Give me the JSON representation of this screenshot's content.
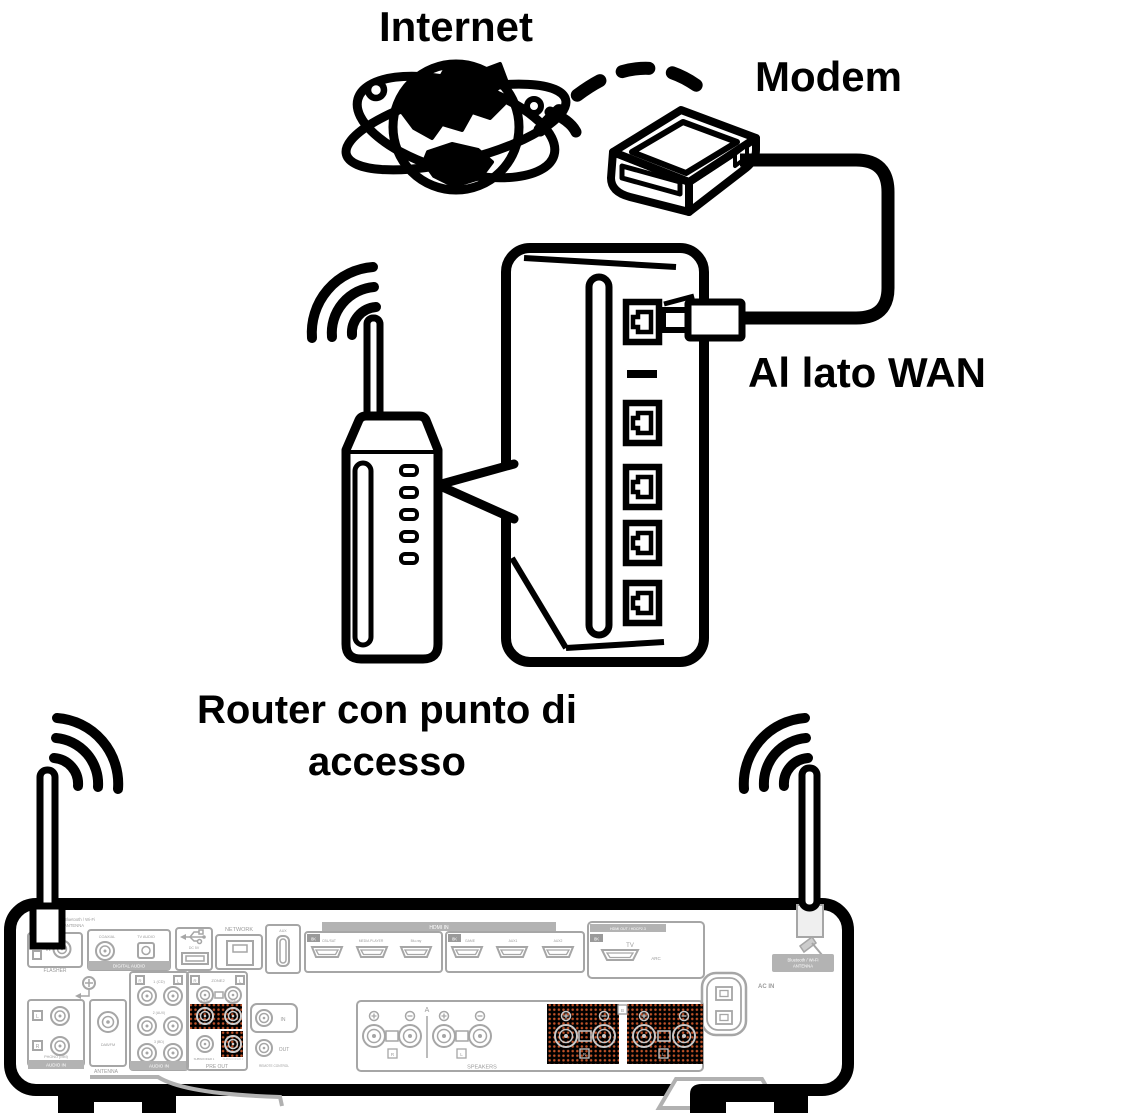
{
  "labels": {
    "internet": "Internet",
    "modem": "Modem",
    "wan": "Al lato WAN",
    "router_line1": "Router con punto di",
    "router_line2": "accesso"
  },
  "receiver": {
    "bt_wifi_1": "Bluetooth / Wi-Fi",
    "bt_wifi_2": "ANTENNA",
    "flasher": {
      "in_label": "IN",
      "title": "FLASHER"
    },
    "digital": {
      "coaxial": "COAXIAL",
      "tv_audio": "TV AUDIO",
      "caption": "DIGITAL AUDIO"
    },
    "usb": {
      "dc": "DC 5V"
    },
    "network": {
      "title": "NETWORK"
    },
    "aux_port": {
      "title": "AUX"
    },
    "hdmi": {
      "header": "HDMI IN",
      "badge_8k": "8K",
      "ports": [
        "CBL/SAT",
        "MEDIA PLAYER",
        "Blu-ray",
        "GAME",
        "AUX1",
        "AUX2"
      ]
    },
    "hdmi_out": {
      "header": "HDMI OUT / HDCP2.3",
      "badge_8k": "8K",
      "tv": "TV",
      "arc": "ARC"
    },
    "ac_in": "AC IN",
    "phono": {
      "l": "L",
      "r": "R",
      "title": "PHONO (MM)",
      "caption": "AUDIO IN"
    },
    "antenna": {
      "jack": "DAB/FM",
      "caption": "ANTENNA"
    },
    "analog": {
      "r": "R",
      "header": "1 (CD)",
      "l": "L",
      "row2": "2 (AUX)",
      "row3": "3 (BD)",
      "caption": "AUDIO IN"
    },
    "preout": {
      "r": "R",
      "zone2": "ZONE2",
      "l": "L",
      "main": "MAIN",
      "zone2b": "ZONE2",
      "sub1": "SUBWOOFER 1",
      "sub2": "SUBWOOFER 2",
      "caption": "PRE OUT"
    },
    "remote": {
      "in_label": "IN",
      "out_label": "OUT",
      "caption": "REMOTE CONTROL"
    },
    "speakers": {
      "a": "A",
      "b": "B",
      "r": "R",
      "l": "L",
      "caption": "SPEAKERS"
    }
  },
  "colors": {
    "line": "#000000",
    "panel_gray": "#a6a6a6",
    "band_gray": "#b3b3b3",
    "highlight_bg": "#000000",
    "highlight_dot": "#c05228"
  }
}
